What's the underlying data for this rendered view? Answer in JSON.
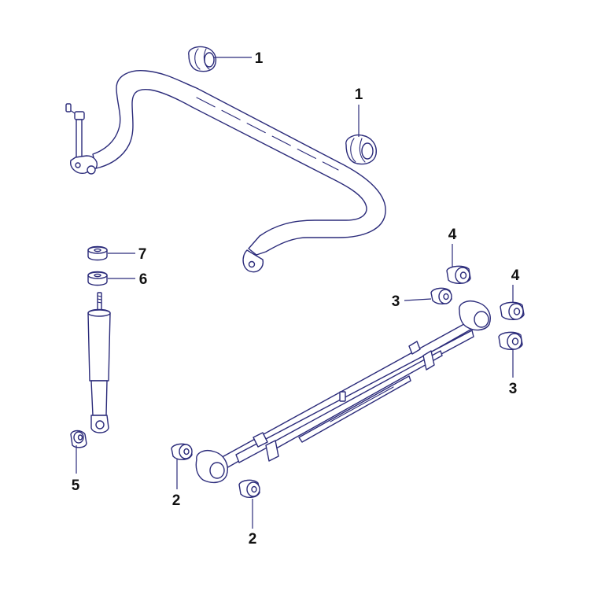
{
  "diagram": {
    "callouts": {
      "c1a": "1",
      "c1b": "1",
      "c2a": "2",
      "c2b": "2",
      "c3a": "3",
      "c3b": "3",
      "c4a": "4",
      "c4b": "4",
      "c5": "5",
      "c6": "6",
      "c7": "7"
    },
    "colors": {
      "line": "#2b2b7a",
      "text": "#111111",
      "background": "#ffffff"
    }
  }
}
